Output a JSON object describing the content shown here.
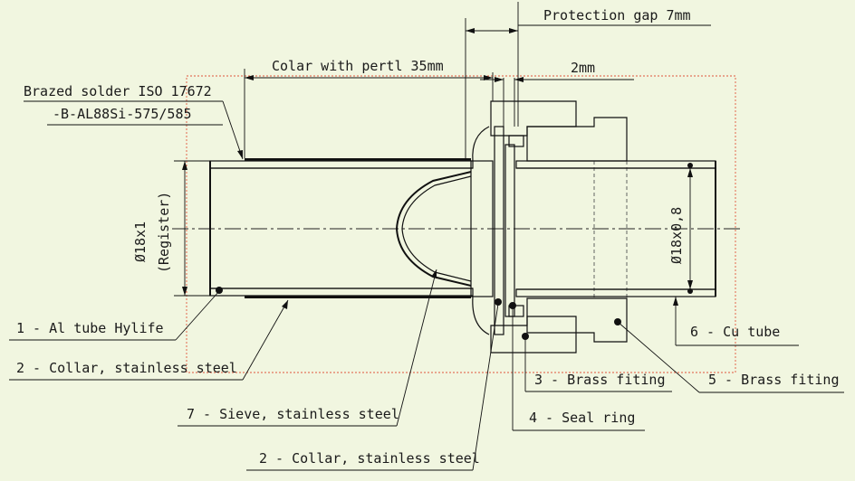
{
  "annotations": {
    "protection_gap": "Protection gap 7mm",
    "colar": "Colar with pertl 35mm",
    "gap_2mm": "2mm",
    "brazed_line1": "Brazed solder ISO 17672",
    "brazed_line2": "-B-AL88Si-575/585",
    "dim_left_1": "Ø18x1",
    "dim_left_2": "(Register)",
    "dim_right": "Ø18x0,8"
  },
  "parts": {
    "p1": "1 - Al tube Hylife",
    "p2": "2 - Collar, stainless steel",
    "p2b": "2 - Collar, stainless steel",
    "p3": "3 - Brass fiting",
    "p4": "4 - Seal ring",
    "p5": "5 - Brass fiting",
    "p6": "6 - Cu tube",
    "p7": "7 - Sieve, stainless steel"
  },
  "colors": {
    "background": "#f1f6e0",
    "line": "#111111",
    "border": "#e0563c"
  }
}
